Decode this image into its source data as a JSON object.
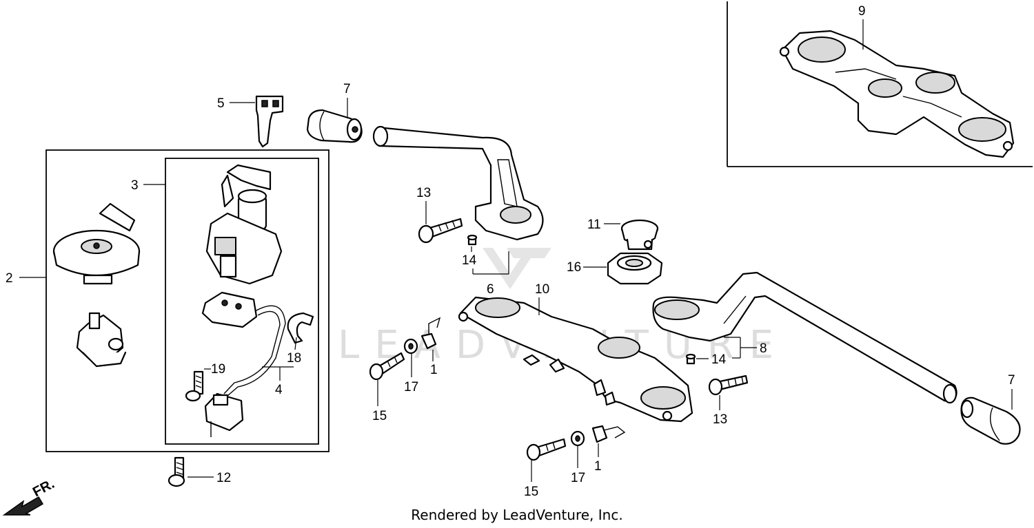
{
  "diagram": {
    "watermark": "LEADVENTURE",
    "direction_label": "FR.",
    "credit": "Rendered by LeadVenture, Inc.",
    "callouts": {
      "c9": "9",
      "c5": "5",
      "c7a": "7",
      "c3": "3",
      "c2": "2",
      "c13a": "13",
      "c14a": "14",
      "c6": "6",
      "c10": "10",
      "c11": "11",
      "c16": "16",
      "c18": "18",
      "c19": "19",
      "c4": "4",
      "c12": "12",
      "c15a": "15",
      "c17a": "17",
      "c1a": "1",
      "c8": "8",
      "c14b": "14",
      "c13b": "13",
      "c7b": "7",
      "c15b": "15",
      "c17b": "17",
      "c1b": "1"
    }
  }
}
